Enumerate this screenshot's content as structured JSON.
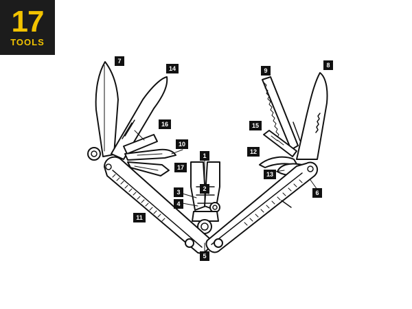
{
  "badge": {
    "count": "17",
    "label": "TOOLS",
    "background": "#1c1c1c",
    "accent": "#f2c300"
  },
  "callouts": [
    "1",
    "2",
    "3",
    "4",
    "5",
    "6",
    "7",
    "8",
    "9",
    "10",
    "11",
    "12",
    "13",
    "14",
    "15",
    "16",
    "17"
  ]
}
